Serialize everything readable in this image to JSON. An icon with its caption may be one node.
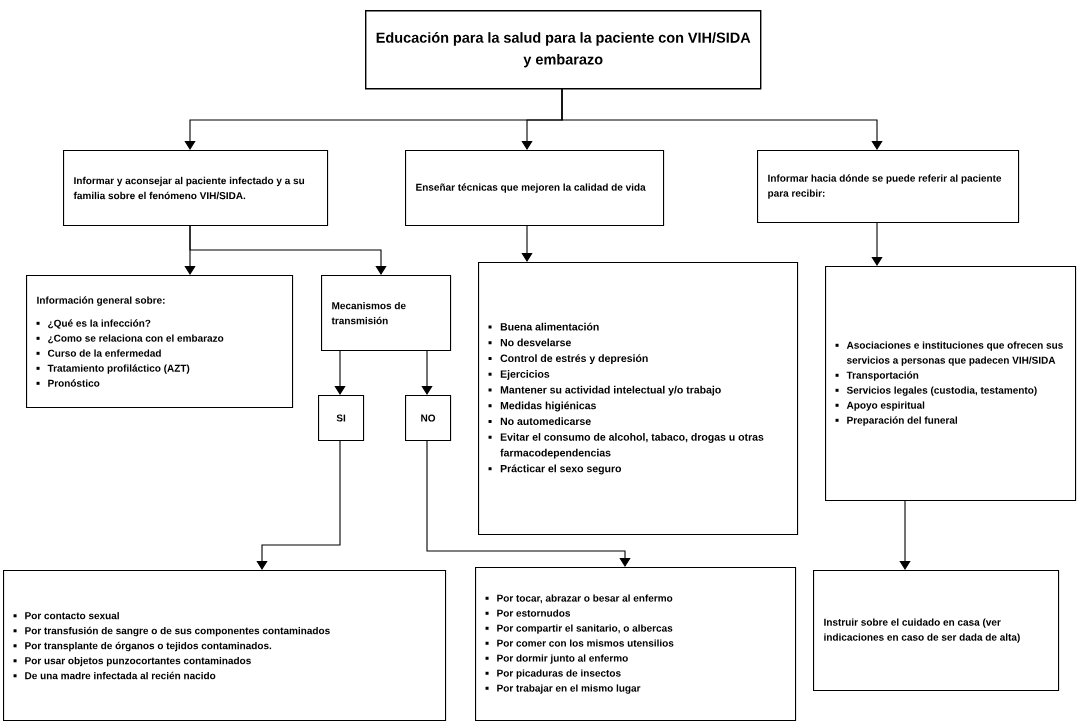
{
  "diagram": {
    "nodes": [
      {
        "text": [
          "Educación para la salud para la paciente con VIH/SIDA y embarazo"
        ]
      },
      {
        "text": [
          "Informar y aconsejar al paciente infectado y a su familia sobre el fenómeno VIH/SIDA."
        ]
      },
      {
        "text": [
          "Enseñar técnicas que mejoren la calidad de vida"
        ]
      },
      {
        "text": [
          "Informar hacia dónde se puede referir al paciente para recibir:"
        ]
      },
      {
        "text": [
          "Información general sobre:",
          "¿Qué es la infección?",
          "¿Como se relaciona con el embarazo",
          "Curso de la enfermedad",
          "Tratamiento profiláctico (AZT)",
          "Pronóstico"
        ]
      },
      {
        "text": [
          "Mecanismos de transmisión"
        ]
      },
      {
        "text": [
          "SI"
        ]
      },
      {
        "text": [
          "NO"
        ]
      },
      {
        "text": [
          "Buena alimentación",
          "No desvelarse",
          "Control de estrés y depresión",
          "Ejercicios",
          "Mantener su actividad intelectual y/o trabajo",
          "Medidas higiénicas",
          "No automedicarse",
          "Evitar el consumo de alcohol, tabaco, drogas u otras farmacodependencias",
          "Prácticar el sexo seguro"
        ]
      },
      {
        "text": [
          "Asociaciones e instituciones que ofrecen sus servicios a personas que padecen VIH/SIDA",
          "Transportación",
          "Servicios legales (custodia, testamento)",
          "Apoyo espiritual",
          "Preparación del funeral"
        ]
      },
      {
        "text": [
          "Por contacto sexual",
          "Por transfusión de sangre o de sus componentes contaminados",
          "Por transplante de órganos o tejidos contaminados.",
          "Por usar objetos punzocortantes contaminados",
          "De una madre infectada al recién nacido"
        ]
      },
      {
        "text": [
          "Por tocar, abrazar o besar al enfermo",
          "Por estornudos",
          "Por compartir el sanitario, o albercas",
          "Por comer con los mismos utensilios",
          "Por dormir junto al enfermo",
          "Por picaduras de insectos",
          "Por trabajar en el mismo lugar"
        ]
      },
      {
        "text": [
          "Instruir sobre el cuidado en casa (ver indicaciones en caso de ser dada de alta)"
        ]
      }
    ],
    "edges": [
      {
        "from": 0,
        "to": 1,
        "arrow": "to"
      },
      {
        "from": 0,
        "to": 2,
        "arrow": "to"
      },
      {
        "from": 0,
        "to": 3,
        "arrow": "to"
      },
      {
        "from": 1,
        "to": 4,
        "arrow": "to"
      },
      {
        "from": 1,
        "to": 5,
        "arrow": "to"
      },
      {
        "from": 5,
        "to": 6,
        "arrow": "to"
      },
      {
        "from": 5,
        "to": 7,
        "arrow": "to"
      },
      {
        "from": 2,
        "to": 8,
        "arrow": "to"
      },
      {
        "from": 3,
        "to": 9,
        "arrow": "to"
      },
      {
        "from": 6,
        "to": 10,
        "arrow": "to"
      },
      {
        "from": 7,
        "to": 11,
        "arrow": "to"
      },
      {
        "from": 9,
        "to": 12,
        "arrow": "to"
      }
    ]
  }
}
